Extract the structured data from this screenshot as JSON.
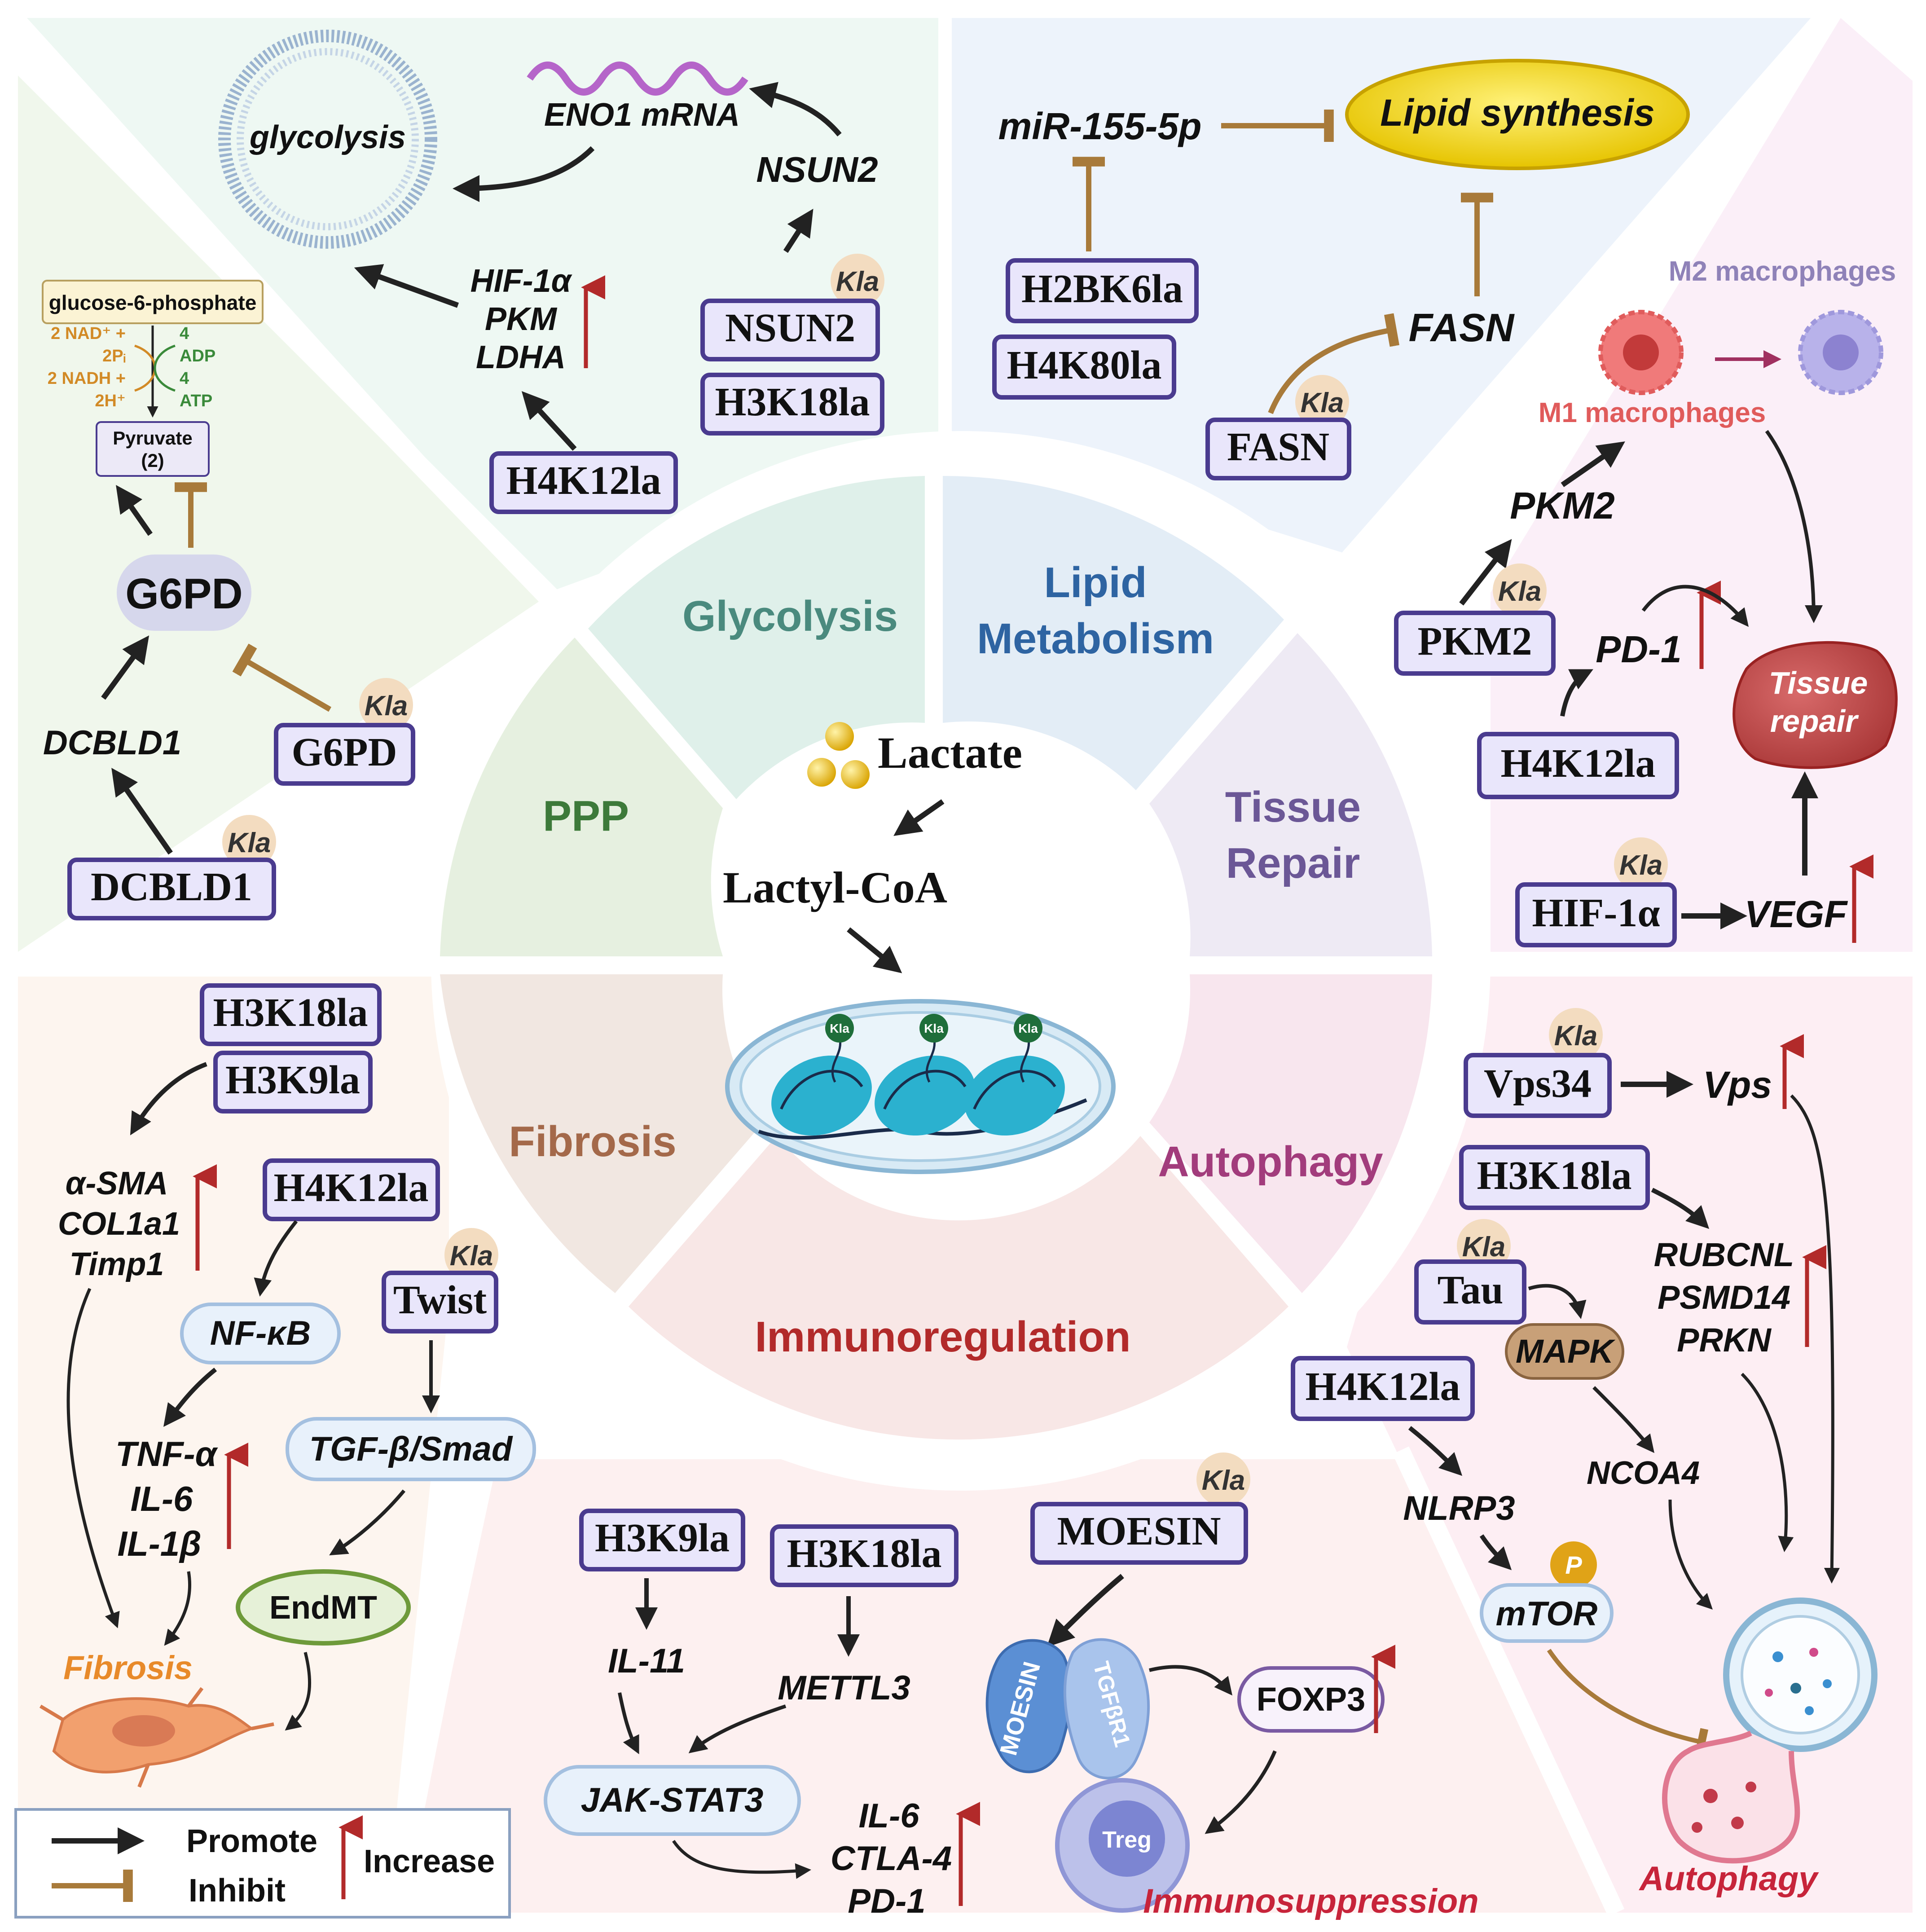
{
  "center": {
    "lactate": "Lactate",
    "lactyl_coa": "Lactyl-CoA",
    "kla_tags": [
      "Kla",
      "Kla",
      "Kla"
    ]
  },
  "sectors": {
    "glycolysis": "Glycolysis",
    "lipid_1": "Lipid",
    "lipid_2": "Metabolism",
    "tissue_1": "Tissue",
    "tissue_2": "Repair",
    "autophagy": "Autophagy",
    "immunoregulation": "Immunoregulation",
    "fibrosis": "Fibrosis",
    "ppp": "PPP"
  },
  "glycolysis_panel": {
    "membrane_label": "glycolysis",
    "eno1_mrna": "ENO1 mRNA",
    "nsun2_gene": "NSUN2",
    "nsun2_box": "NSUN2",
    "h3k18la": "H3K18la",
    "hif1a": "HIF-1α",
    "pkm": "PKM",
    "ldha": "LDHA",
    "h4k12la": "H4K12la",
    "kla": "Kla"
  },
  "ppp_panel": {
    "g6p": "glucose-6-phosphate",
    "nad": "2 NAD⁺ +",
    "pi": "2Pᵢ",
    "nadh": "2 NADH +",
    "h": "2H⁺",
    "adp_n": "4",
    "adp": "ADP",
    "atp_n": "4",
    "atp": "ATP",
    "pyruvate": "Pyruvate",
    "pyruvate_n": "(2)",
    "g6pd_node": "G6PD",
    "g6pd_box": "G6PD",
    "dcbld1_gene": "DCBLD1",
    "dcbld1_box": "DCBLD1",
    "kla": "Kla"
  },
  "lipid_panel": {
    "mir": "miR-155-5p",
    "lipid_synthesis": "Lipid synthesis",
    "h2bk6la": "H2BK6la",
    "h4k80la": "H4K80la",
    "fasn_gene": "FASN",
    "fasn_box": "FASN",
    "kla": "Kla"
  },
  "tissue_panel": {
    "m2": "M2 macrophages",
    "m1": "M1 macrophages",
    "pkm2_gene": "PKM2",
    "pkm2_box": "PKM2",
    "pd1": "PD-1",
    "tissue_repair_1": "Tissue",
    "tissue_repair_2": "repair",
    "h4k12la": "H4K12la",
    "hif1a_box": "HIF-1α",
    "vegf": "VEGF",
    "kla": "Kla"
  },
  "fibrosis_panel": {
    "h3k18la": "H3K18la",
    "h3k9la": "H3K9la",
    "asma": "α-SMA",
    "col1a1": "COL1a1",
    "timp1": "Timp1",
    "h4k12la": "H4K12la",
    "nfkb": "NF-κB",
    "twist": "Twist",
    "tgfb": "TGF-β/Smad",
    "tnfa": "TNF-α",
    "il6": "IL-6",
    "il1b": "IL-1β",
    "endmt": "EndMT",
    "fibrosis_label": "Fibrosis",
    "kla": "Kla"
  },
  "immuno_panel": {
    "h3k9la": "H3K9la",
    "h3k18la": "H3K18la",
    "moesin_box": "MOESIN",
    "il11": "IL-11",
    "mettl3": "METTL3",
    "jak": "JAK-STAT3",
    "il6": "IL-6",
    "ctla4": "CTLA-4",
    "pd1": "PD-1",
    "moesin_protein": "MOESIN",
    "tgfbr1": "TGFβR1",
    "foxp3": "FOXP3",
    "treg": "Treg",
    "immunosuppression": "Immunosuppression",
    "kla": "Kla"
  },
  "autophagy_panel": {
    "vps34": "Vps34",
    "vps": "Vps",
    "h3k18la": "H3K18la",
    "rubcnl": "RUBCNL",
    "psmd14": "PSMD14",
    "prkn": "PRKN",
    "tau": "Tau",
    "mapk": "MAPK",
    "h4k12la": "H4K12la",
    "ncoa4": "NCOA4",
    "nlrp3": "NLRP3",
    "mtor": "mTOR",
    "p": "P",
    "autophagy_label": "Autophagy",
    "kla": "Kla"
  },
  "legend": {
    "promote": "Promote",
    "inhibit": "Inhibit",
    "increase": "Increase"
  },
  "colors": {
    "promote": "#222222",
    "inhibit": "#a87a3a",
    "increase": "#b22a2a",
    "box_fill": "#e9e6fb",
    "box_stroke": "#4a3b8f",
    "kla_fill": "#f3dcc0"
  }
}
